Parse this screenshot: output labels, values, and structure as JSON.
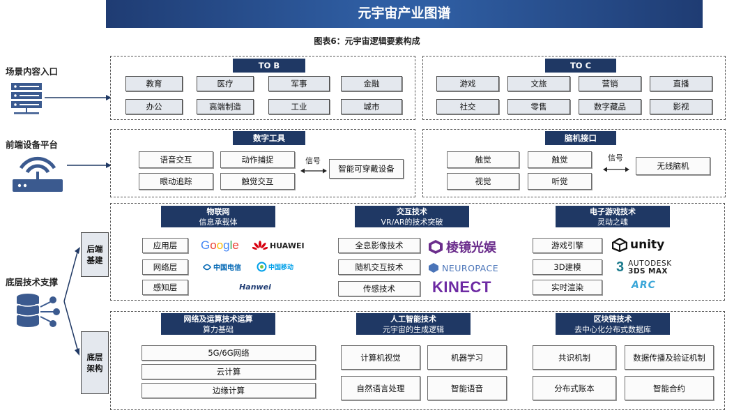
{
  "header": {
    "title": "元宇宙产业图谱",
    "subtitle": "图表6：元宇宙逻辑要素构成"
  },
  "left": {
    "scene_label": "场景内容入口",
    "device_label": "前端设备平台",
    "tech_label": "底层技术支撑",
    "backend_label": "后端\n基建",
    "base_label": "底层\n架构"
  },
  "tob": {
    "title": "TO B",
    "items": [
      "教育",
      "医疗",
      "军事",
      "金融",
      "办公",
      "高端制造",
      "工业",
      "城市"
    ]
  },
  "toc": {
    "title": "TO C",
    "items": [
      "游戏",
      "文旅",
      "营销",
      "直播",
      "社交",
      "零售",
      "数字藏品",
      "影视"
    ]
  },
  "digital": {
    "title": "数字工具",
    "items": [
      "语音交互",
      "动作捕捉",
      "眼动追踪",
      "触觉交互"
    ],
    "signal": "信号",
    "device": "智能可穿戴设备"
  },
  "bci": {
    "title": "脑机接口",
    "items": [
      "触觉",
      "触觉",
      "视觉",
      "听觉"
    ],
    "signal": "信号",
    "device": "无线脑机"
  },
  "iot": {
    "title": "物联网",
    "subtitle": "信息承载体",
    "layers": [
      "应用层",
      "网络层",
      "感知层"
    ],
    "logos": [
      "Google",
      "HUAWEI",
      "中国电信",
      "中国移动",
      "Hanwei"
    ]
  },
  "interaction": {
    "title": "交互技术",
    "subtitle": "VR/AR的技术突破",
    "items": [
      "全息影像技术",
      "随机交互技术",
      "传感技术"
    ],
    "logos": [
      "棱镜光娱",
      "NEUROPACE",
      "KINECT"
    ]
  },
  "gaming": {
    "title": "电子游戏技术",
    "subtitle": "灵动之魂",
    "items": [
      "游戏引擎",
      "3D建模",
      "实时渲染"
    ],
    "logos": [
      "unity",
      "AUTODESK",
      "3DS MAX",
      "ARC"
    ]
  },
  "network": {
    "title": "网络及运算技术运算",
    "subtitle": "算力基础",
    "items": [
      "5G/6G网络",
      "云计算",
      "边缘计算"
    ]
  },
  "ai": {
    "title": "人工智能技术",
    "subtitle": "元宇宙的生成逻辑",
    "items": [
      "计算机视觉",
      "机器学习",
      "自然语言处理",
      "智能语音"
    ]
  },
  "blockchain": {
    "title": "区块链技术",
    "subtitle": "去中心化分布式数据库",
    "items": [
      "共识机制",
      "数据传播及验证机制",
      "分布式账本",
      "智能合约"
    ]
  },
  "colors": {
    "navy": "#1f3864",
    "banner": "#2f5ea3",
    "box": "#e4e8ee",
    "icon": "#3b5a8f"
  }
}
